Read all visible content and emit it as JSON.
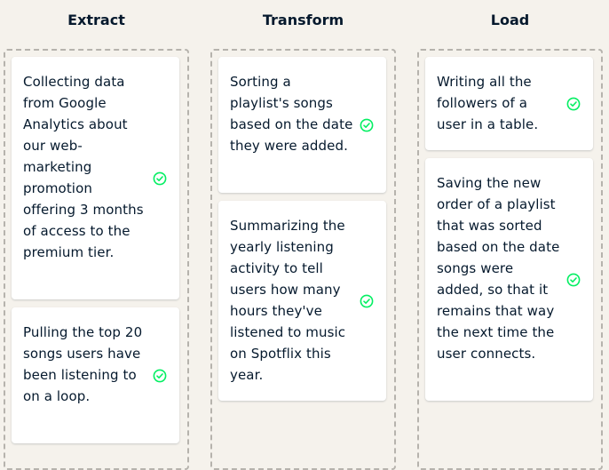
{
  "colors": {
    "background": "#f5f2ec",
    "card": "#ffffff",
    "text": "#05192d",
    "check": "#03ef62",
    "dashed_border": "#b6b3ad"
  },
  "columns": [
    {
      "title": "Extract",
      "cards": [
        {
          "text": "Collecting data from Google Analytics about our web-marketing promotion offering 3 months of access to the premium tier.",
          "icon": "check-circle-icon"
        },
        {
          "text": "Pulling the top 20 songs users have been listening to on a loop.",
          "icon": "check-circle-icon"
        }
      ]
    },
    {
      "title": "Transform",
      "cards": [
        {
          "text": "Sorting a playlist's songs based on the date they were added.",
          "icon": "check-circle-icon"
        },
        {
          "text": "Summarizing the yearly listening activity to tell users how many hours they've listened to music on Spotflix this year.",
          "icon": "check-circle-icon"
        }
      ]
    },
    {
      "title": "Load",
      "cards": [
        {
          "text": "Writing all the followers of a user in a table.",
          "icon": "check-circle-icon"
        },
        {
          "text": "Saving the new order of a playlist that was sorted based on the date songs were added, so that it remains that way the next time the user connects.",
          "icon": "check-circle-icon"
        }
      ]
    }
  ]
}
